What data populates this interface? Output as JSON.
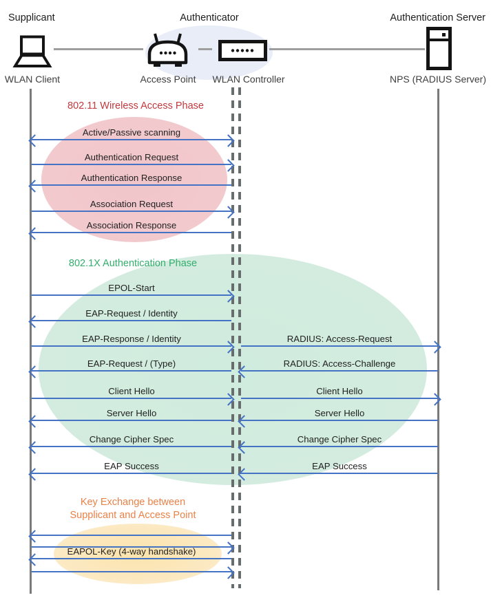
{
  "header": {
    "roles": [
      "Supplicant",
      "Authenticator",
      "Authentication Server"
    ],
    "nodes": [
      {
        "name": "WLAN Client",
        "icon": "laptop-icon"
      },
      {
        "name": "Access Point",
        "icon": "access-point-icon"
      },
      {
        "name": "WLAN Controller",
        "icon": "wlan-controller-icon"
      },
      {
        "name": "NPS (RADIUS Server)",
        "icon": "server-icon"
      }
    ]
  },
  "phases": [
    {
      "title": "802.11 Wireless Access Phase",
      "title_color": "#C0393D",
      "ellipse_color": "#F2CACD"
    },
    {
      "title": "802.1X Authentication Phase",
      "title_color": "#33AE6C",
      "ellipse_color": "#D3ECDF"
    },
    {
      "title": "Key Exchange between Supplicant and Access Point",
      "title_color": "#EA8147",
      "ellipse_color": "#FCE9C2"
    }
  ],
  "messages": [
    {
      "label": "Active/Passive scanning",
      "segment": "client-authenticator",
      "direction": "both"
    },
    {
      "label": "Authentication Request",
      "segment": "client-authenticator",
      "direction": "right"
    },
    {
      "label": "Authentication Response",
      "segment": "client-authenticator",
      "direction": "left"
    },
    {
      "label": "Association Request",
      "segment": "client-authenticator",
      "direction": "right"
    },
    {
      "label": "Association Response",
      "segment": "client-authenticator",
      "direction": "left"
    },
    {
      "label": "EPOL-Start",
      "segment": "client-authenticator",
      "direction": "right"
    },
    {
      "label": "EAP-Request / Identity",
      "segment": "client-authenticator",
      "direction": "left"
    },
    {
      "label": "EAP-Response / Identity",
      "segment": "client-authenticator",
      "direction": "right"
    },
    {
      "label": "RADIUS: Access-Request",
      "segment": "authenticator-server",
      "direction": "right"
    },
    {
      "label": "EAP-Request / (Type)",
      "segment": "client-authenticator",
      "direction": "left"
    },
    {
      "label": "RADIUS: Access-Challenge",
      "segment": "authenticator-server",
      "direction": "left"
    },
    {
      "label": "Client Hello",
      "segment": "client-authenticator",
      "direction": "right"
    },
    {
      "label": "Client Hello",
      "segment": "authenticator-server",
      "direction": "right"
    },
    {
      "label": "Server Hello",
      "segment": "client-authenticator",
      "direction": "left"
    },
    {
      "label": "Server Hello",
      "segment": "authenticator-server",
      "direction": "left"
    },
    {
      "label": "Change Cipher Spec",
      "segment": "client-authenticator",
      "direction": "left"
    },
    {
      "label": "Change Cipher Spec",
      "segment": "authenticator-server",
      "direction": "left"
    },
    {
      "label": "EAP Success",
      "segment": "client-authenticator",
      "direction": "left"
    },
    {
      "label": "EAP Success",
      "segment": "authenticator-server",
      "direction": "left"
    },
    {
      "label": "",
      "segment": "client-authenticator",
      "direction": "left"
    },
    {
      "label": "",
      "segment": "client-authenticator",
      "direction": "right"
    },
    {
      "label": "EAPOL-Key (4-way handshake)",
      "segment": "client-authenticator",
      "direction": "left"
    },
    {
      "label": "",
      "segment": "client-authenticator",
      "direction": "right"
    }
  ],
  "colors": {
    "arrow": "#4472C4",
    "lifeline": "#7A7A7A",
    "connector": "#9E9E9E",
    "authenticator_bubble": "#E9EDF7"
  }
}
